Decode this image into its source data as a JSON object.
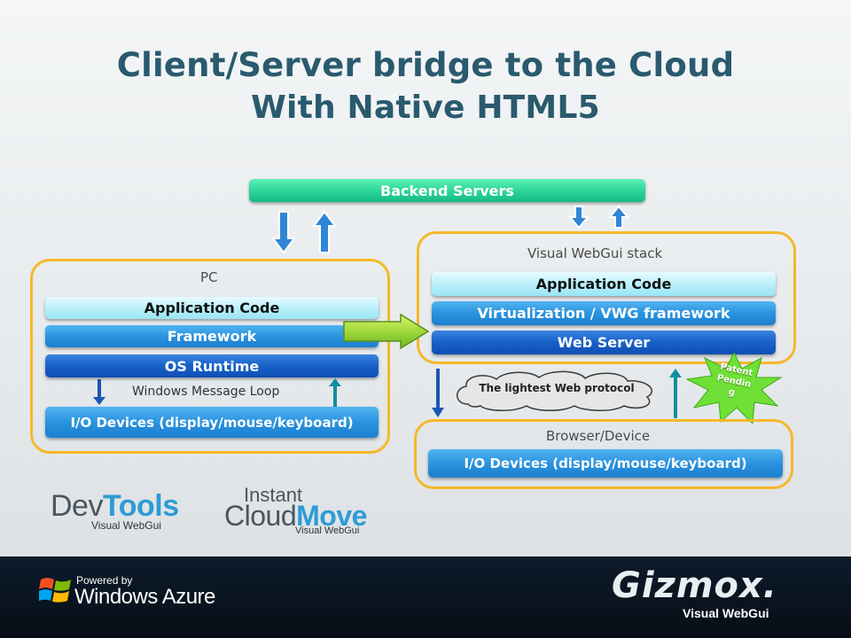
{
  "title": {
    "line1": "Client/Server bridge to the Cloud",
    "line2": "With Native HTML5"
  },
  "backend": {
    "label": "Backend Servers"
  },
  "pc": {
    "label": "PC",
    "application_code": "Application Code",
    "framework": "Framework",
    "os_runtime": "OS Runtime",
    "message_loop": "Windows Message Loop",
    "io_devices": "I/O Devices (display/mouse/keyboard)"
  },
  "vwg": {
    "label": "Visual WebGui stack",
    "application_code": "Application Code",
    "virtualization": "Virtualization / VWG framework",
    "web_server": "Web Server"
  },
  "protocol_cloud": "The lightest Web protocol",
  "patent_badge": {
    "line1": "Patent",
    "line2": "Pendin",
    "line3": "g"
  },
  "browser": {
    "label": "Browser/Device",
    "io_devices": "I/O Devices (display/mouse/keyboard)"
  },
  "logos": {
    "devtools_dev": "Dev",
    "devtools_tools": "Tools",
    "devtools_sub": "Visual WebGui",
    "instant": "Instant",
    "cloud": "Cloud",
    "move": "Move",
    "cloudmove_sub": "Visual WebGui"
  },
  "footer": {
    "powered_by": "Powered by",
    "windows_azure": "Windows Azure",
    "gizmox": "Gizmox.",
    "gizmox_sub": "Visual WebGui"
  },
  "colors": {
    "title": "#2a5a6e",
    "box_border": "#f5b82a",
    "green_bar": "#2dd69a",
    "cyan_bar": "#b9f0fa",
    "blue_bar": "#2a93df",
    "dark_blue_bar": "#1860c8",
    "patent_star": "#6fe035",
    "footer": "#0a1420"
  },
  "icons": [
    "down-arrow-icon",
    "up-arrow-icon",
    "right-arrow-icon",
    "cloud-icon",
    "star-badge-icon",
    "windows-flag-icon"
  ]
}
